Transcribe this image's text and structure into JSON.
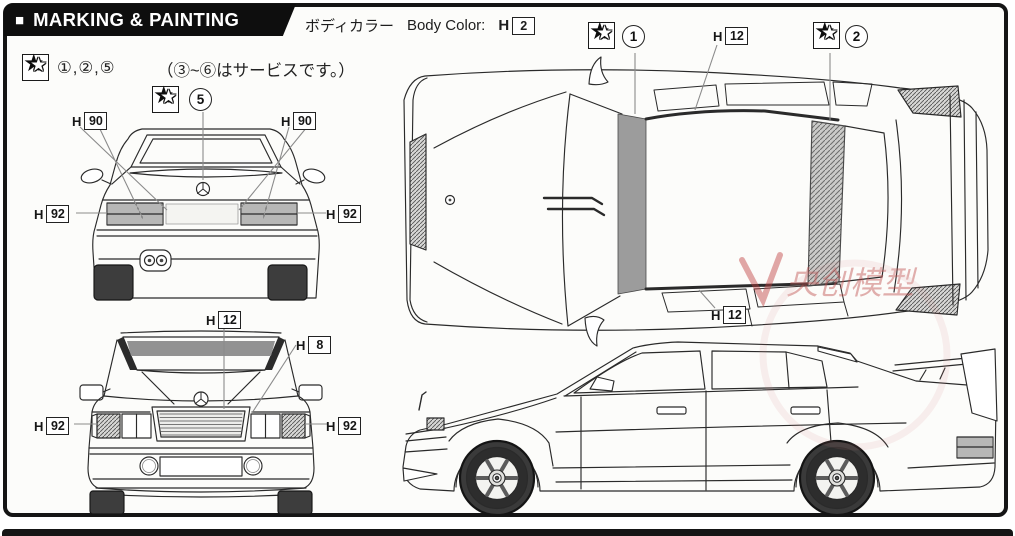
{
  "header": {
    "bullet": "■",
    "title": "MARKING & PAINTING"
  },
  "body_color": {
    "jp": "ボディカラー",
    "en": "Body Color:",
    "paint_prefix": "H",
    "paint_code": "2"
  },
  "legend": {
    "applies_to": "①,②,⑤",
    "note": "（③~⑥はサービスです。）"
  },
  "markers": {
    "top_marker_1": "1",
    "top_marker_2": "2",
    "rear_marker_5": "5"
  },
  "paint_labels": {
    "top_h12_upper": {
      "prefix": "H",
      "code": "12"
    },
    "top_h12_lower": {
      "prefix": "H",
      "code": "12"
    },
    "rear_h90_left": {
      "prefix": "H",
      "code": "90"
    },
    "rear_h90_right": {
      "prefix": "H",
      "code": "90"
    },
    "rear_h92_left": {
      "prefix": "H",
      "code": "92"
    },
    "rear_h92_right": {
      "prefix": "H",
      "code": "92"
    },
    "front_h12": {
      "prefix": "H",
      "code": "12"
    },
    "front_h8": {
      "prefix": "H",
      "code": "8"
    },
    "front_h92_left": {
      "prefix": "H",
      "code": "92"
    },
    "front_h92_right": {
      "prefix": "H",
      "code": "92"
    }
  },
  "watermark": {
    "mark": "V",
    "text": "央创模型"
  },
  "colors": {
    "line": "#2a2a2a",
    "shade": "#9a9a9a",
    "dark": "#3d3d3d",
    "paper": "#fcfcfa",
    "watermark": "#c04040"
  }
}
